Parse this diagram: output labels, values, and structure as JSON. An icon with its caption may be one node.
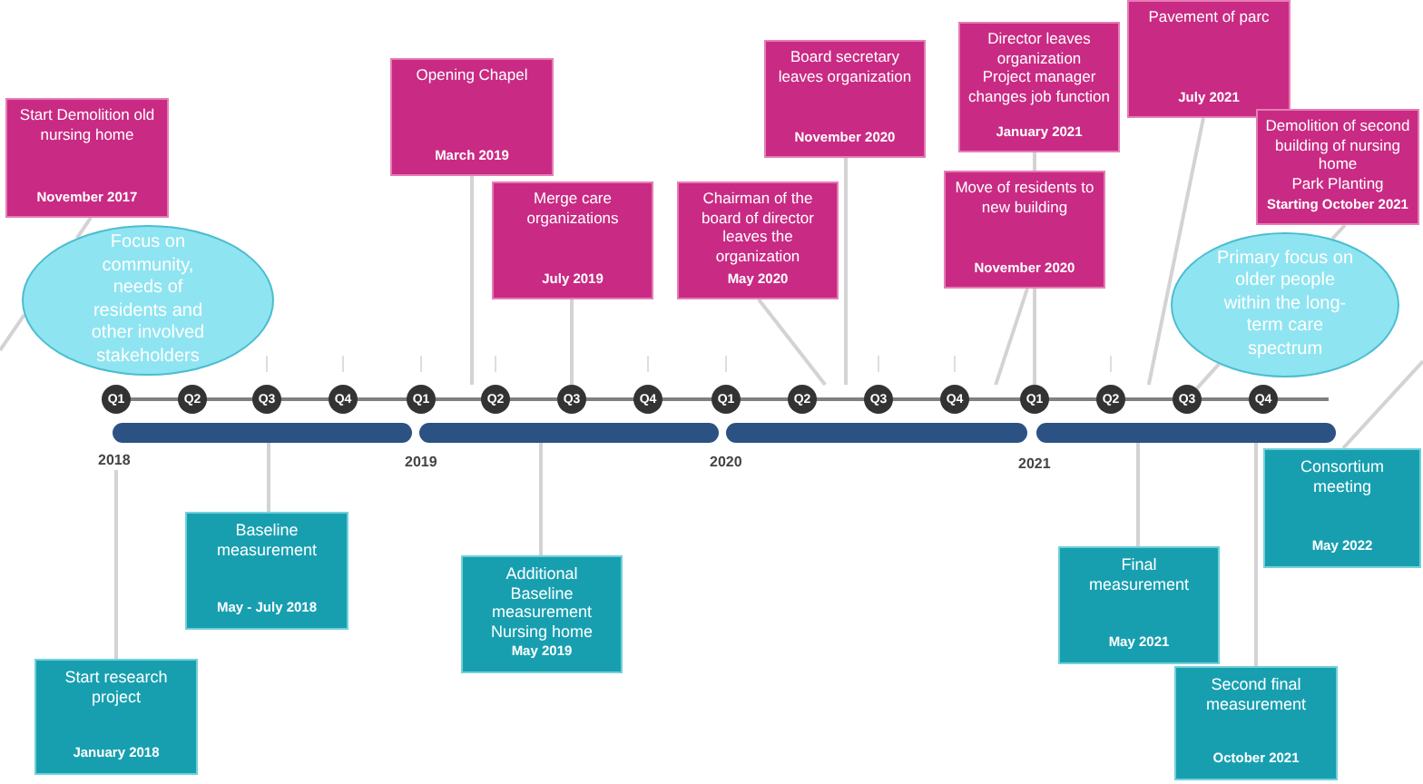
{
  "diagram": {
    "nodes": [
      {
        "text": [
          "Start Demolition old nursing home",
          "November 2017"
        ]
      },
      {
        "text": [
          "Opening Chapel",
          "March 2019"
        ]
      },
      {
        "text": [
          "Merge care organizations",
          "July 2019"
        ]
      },
      {
        "text": [
          "Chairman of the board of director leaves the organization",
          "May 2020"
        ]
      },
      {
        "text": [
          "Board secretary leaves organization",
          "November 2020"
        ]
      },
      {
        "text": [
          "Move of residents to new building",
          "November 2020"
        ]
      },
      {
        "text": [
          "Director leaves organization",
          "Project manager changes job function",
          "January 2021"
        ]
      },
      {
        "text": [
          "Pavement of parc",
          "July 2021"
        ]
      },
      {
        "text": [
          "Demolition of second building of nursing home",
          "Park Planting",
          "Starting October 2021"
        ]
      },
      {
        "text": [
          "Focus on community, needs of residents and other involved stakeholders"
        ]
      },
      {
        "text": [
          "Primary focus on older people within the long-term care spectrum"
        ]
      },
      {
        "text": [],
        "shape": "line"
      },
      {
        "text": [
          "Q1"
        ],
        "in": 11
      },
      {
        "text": [
          "Q2"
        ],
        "in": 11
      },
      {
        "text": [
          "Q3"
        ],
        "in": 11
      },
      {
        "text": [
          "Q4"
        ],
        "in": 11
      },
      {
        "text": [
          "Q1"
        ],
        "in": 11
      },
      {
        "text": [
          "Q2"
        ],
        "in": 11
      },
      {
        "text": [
          "Q3"
        ],
        "in": 11
      },
      {
        "text": [
          "Q4"
        ],
        "in": 11
      },
      {
        "text": [
          "Q1"
        ],
        "in": 11
      },
      {
        "text": [
          "Q2"
        ],
        "in": 11
      },
      {
        "text": [
          "Q3"
        ],
        "in": 11
      },
      {
        "text": [
          "Q4"
        ],
        "in": 11
      },
      {
        "text": [
          "Q1"
        ],
        "in": 11
      },
      {
        "text": [
          "Q2"
        ],
        "in": 11
      },
      {
        "text": [
          "Q3"
        ],
        "in": 11
      },
      {
        "text": [
          "Q4"
        ],
        "in": 11
      },
      {
        "text": [],
        "shape": "bar"
      },
      {
        "text": [],
        "shape": "bar"
      },
      {
        "text": [],
        "shape": "bar"
      },
      {
        "text": [],
        "shape": "bar"
      },
      {
        "text": [
          "2018"
        ]
      },
      {
        "text": [
          "Start research project",
          "January 2018"
        ]
      },
      {
        "text": [
          "Baseline measurement",
          "May - July 2018"
        ]
      },
      {
        "text": [
          "Additional Baseline measurement Nursing home",
          "May 2019"
        ]
      },
      {
        "text": [
          "Final measurement",
          "May 2021"
        ]
      },
      {
        "text": [
          "Second final measurement",
          "October 2021"
        ]
      },
      {
        "text": [
          "Consortium meeting",
          "May 2022"
        ]
      }
    ],
    "edges": [
      {
        "from": 0,
        "to": 9,
        "arrow": "none"
      },
      {
        "from": 9,
        "to": null,
        "arrow": "none"
      },
      {
        "from": 1,
        "to": 11,
        "arrow": "none"
      },
      {
        "from": 2,
        "to": 18,
        "arrow": "none"
      },
      {
        "from": 3,
        "to": 11,
        "arrow": "none"
      },
      {
        "from": 4,
        "to": 11,
        "arrow": "none"
      },
      {
        "from": 5,
        "to": 11,
        "arrow": "none"
      },
      {
        "from": 6,
        "to": 24,
        "arrow": "none"
      },
      {
        "from": 7,
        "to": 11,
        "arrow": "none"
      },
      {
        "from": 8,
        "to": 10,
        "arrow": "none"
      },
      {
        "from": 10,
        "to": 26,
        "arrow": "none"
      },
      {
        "from": 33,
        "to": 32,
        "arrow": "none"
      },
      {
        "from": 34,
        "to": 28,
        "arrow": "none"
      },
      {
        "from": 35,
        "to": 29,
        "arrow": "none"
      },
      {
        "from": 36,
        "to": 31,
        "arrow": "none"
      },
      {
        "from": 37,
        "to": 31,
        "arrow": "none"
      },
      {
        "from": 38,
        "to": null,
        "arrow": "none"
      }
    ],
    "labels": [
      "2019",
      "2020",
      "2021"
    ]
  }
}
